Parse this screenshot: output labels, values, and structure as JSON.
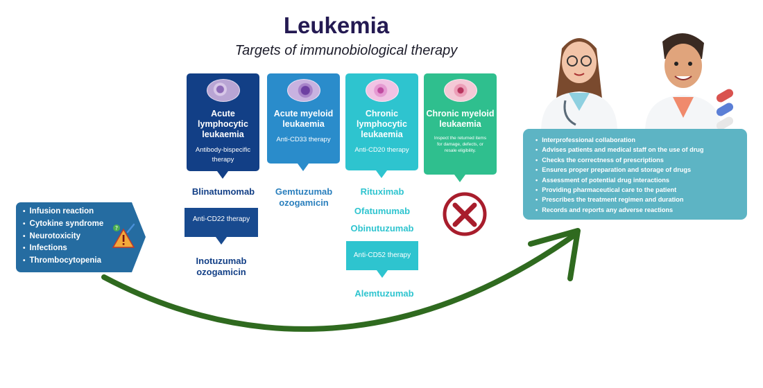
{
  "title": "Leukemia",
  "subtitle": "Targets of immunobiological therapy",
  "colors": {
    "dark_blue": "#123f86",
    "mid_blue": "#2a8ccb",
    "cyan": "#2ec4cf",
    "green": "#2fbf8e",
    "arrow": "#2f6a1f",
    "panel": "#5db4c4",
    "red": "#a81d2c"
  },
  "cards": [
    {
      "name": "Acute lymphocytic leukaemia",
      "therapy": "Antibody-bispecific therapy"
    },
    {
      "name": "Acute myeloid leukaemia",
      "therapy": "Anti-CD33 therapy"
    },
    {
      "name": "Chronic lymphocytic leukaemia",
      "therapy": "Anti-CD20 therapy"
    },
    {
      "name": "Chronic myeloid leukaemia",
      "therapy": "Inspect the returned items for damage, defects, or resale eligibility."
    }
  ],
  "drugs": {
    "all_first": "Blinatumomab",
    "all_second_therapy": "Anti-CD22 therapy",
    "all_second": "Inotuzumab ozogamicin",
    "aml": "Gemtuzumab ozogamicin",
    "cll": [
      "Rituximab",
      "Ofatumumab",
      "Obinutuzumab"
    ],
    "cll_second_therapy": "Anti-CD52 therapy",
    "cll_second": "Alemtuzumab"
  },
  "adverse_effects": [
    "Infusion reaction",
    "Cytokine syndrome",
    "Neurotoxicity",
    "Infections",
    "Thrombocytopenia"
  ],
  "pharmacist_roles": [
    "Interprofessional collaboration",
    "Advises patients and medical staff on the use of drug",
    "Checks the correctness of prescriptions",
    "Ensures proper preparation and storage of drugs",
    "Assessment of potential drug interactions",
    "Providing pharmaceutical care to the patient",
    "Prescribes the treatment regimen and duration",
    "Records and reports any adverse reactions"
  ],
  "icons": [
    "warning-icon",
    "question-badge-icon",
    "syringe-icon",
    "cross-icon",
    "arrow-icon",
    "pharmacist-illustration",
    "doctor-illustration",
    "pills-icon",
    "blood-cell-image"
  ]
}
